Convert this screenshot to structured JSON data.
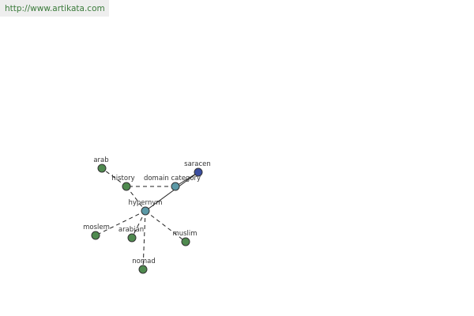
{
  "header": {
    "url": "http://www.artikata.com"
  },
  "graph": {
    "colors": {
      "leaf": "#4f8a4f",
      "hub": "#5b99a6",
      "focus": "#3b4ea0",
      "edge": "#222222"
    },
    "nodes": [
      {
        "id": "arab",
        "label": "arab",
        "kind": "leaf"
      },
      {
        "id": "history",
        "label": "history",
        "kind": "leaf"
      },
      {
        "id": "domain-category",
        "label": "domain category",
        "kind": "hub"
      },
      {
        "id": "saracen",
        "label": "saracen",
        "kind": "focus"
      },
      {
        "id": "hypernym",
        "label": "hypernym",
        "kind": "hub"
      },
      {
        "id": "moslem",
        "label": "moslem",
        "kind": "leaf"
      },
      {
        "id": "arabian",
        "label": "arabian",
        "kind": "leaf"
      },
      {
        "id": "muslim",
        "label": "muslim",
        "kind": "leaf"
      },
      {
        "id": "nomad",
        "label": "nomad",
        "kind": "leaf"
      }
    ],
    "edges": [
      {
        "from": "saracen",
        "to": "hypernym",
        "style": "solid"
      },
      {
        "from": "saracen",
        "to": "domain-category",
        "style": "solid"
      },
      {
        "from": "domain-category",
        "to": "history",
        "style": "dashed"
      },
      {
        "from": "history",
        "to": "arab",
        "style": "dashed"
      },
      {
        "from": "history",
        "to": "hypernym",
        "style": "dashed"
      },
      {
        "from": "hypernym",
        "to": "moslem",
        "style": "dashed"
      },
      {
        "from": "hypernym",
        "to": "arabian",
        "style": "dashed"
      },
      {
        "from": "hypernym",
        "to": "muslim",
        "style": "dashed"
      },
      {
        "from": "hypernym",
        "to": "nomad",
        "style": "dashed"
      }
    ]
  }
}
